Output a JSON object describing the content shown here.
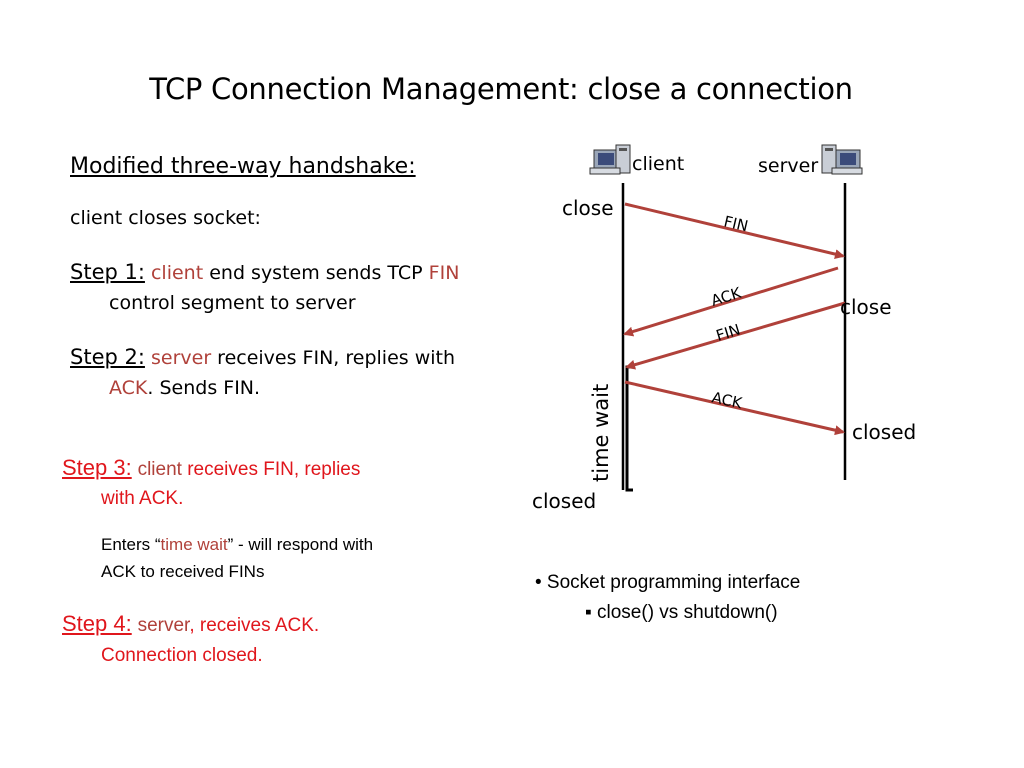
{
  "title": "TCP Connection Management: close a connection",
  "left": {
    "heading": "Modified three-way handshake:",
    "intro": "client closes socket:",
    "step1": {
      "label": "Step 1:",
      "actor": "client",
      "text": " end system sends TCP ",
      "fin": "FIN",
      "line2": "control segment to server"
    },
    "step2": {
      "label": "Step 2:",
      "actor": "server",
      "text": " receives FIN, replies with",
      "ack": "ACK",
      "line2": ". Sends FIN."
    },
    "step3": {
      "label": "Step 3:",
      "actor": "client",
      "text": " receives FIN, replies",
      "line2": "with ACK."
    },
    "enters": {
      "pre": "Enters “",
      "tw": "time wait",
      "post": "” - will respond with",
      "line2": "ACK to received FINs"
    },
    "step4": {
      "label": "Step 4:",
      "actor": "server",
      "text": ", receives ACK.",
      "line2": "Connection closed."
    }
  },
  "diagram": {
    "client_label": "client",
    "server_label": "server",
    "close_client": "close",
    "close_server": "close",
    "closed_server": "closed",
    "closed_client": "closed",
    "time_wait": "time wait",
    "msg_fin1": "FIN",
    "msg_ack1": "ACK",
    "msg_fin2": "FIN",
    "msg_ack2": "ACK",
    "arrow_color": "#b0413a"
  },
  "bottom": {
    "bullet": "• Socket programming interface",
    "sub": "▪ close() vs shutdown()"
  }
}
